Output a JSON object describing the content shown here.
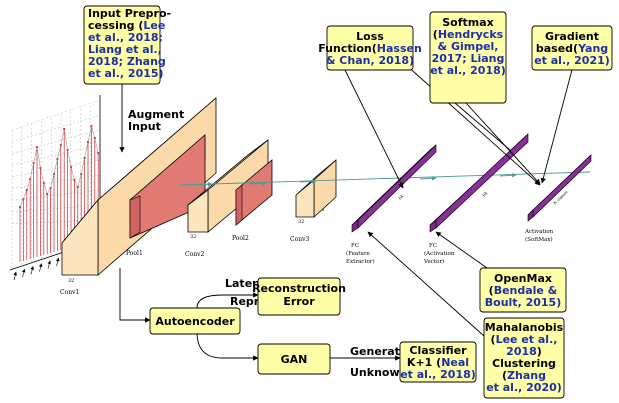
{
  "diagram": {
    "boxes": {
      "input_preprocessing": {
        "lines": [
          [
            {
              "t": "Input Prepro-",
              "c": 0
            }
          ],
          [
            {
              "t": "cessing (",
              "c": 0
            },
            {
              "t": "Lee",
              "c": 1
            }
          ],
          [
            {
              "t": "et al., 2018;",
              "c": 1
            }
          ],
          [
            {
              "t": "Liang et al.,",
              "c": 1
            }
          ],
          [
            {
              "t": "2018; Zhang",
              "c": 1
            }
          ],
          [
            {
              "t": "et al., 2015)",
              "c": 1
            }
          ]
        ]
      },
      "loss_function": {
        "lines": [
          [
            {
              "t": "Loss",
              "c": 0
            }
          ],
          [
            {
              "t": "Function(",
              "c": 0
            },
            {
              "t": "Hassen",
              "c": 1
            }
          ],
          [
            {
              "t": "& Chan, 2018)",
              "c": 1
            }
          ]
        ]
      },
      "softmax": {
        "lines": [
          [
            {
              "t": "Softmax",
              "c": 0
            }
          ],
          [
            {
              "t": "(",
              "c": 0
            },
            {
              "t": "Hendrycks",
              "c": 1
            }
          ],
          [
            {
              "t": "& Gimpel,",
              "c": 1
            }
          ],
          [
            {
              "t": "2017; Liang",
              "c": 1
            }
          ],
          [
            {
              "t": "et al., 2018)",
              "c": 1
            }
          ]
        ]
      },
      "gradient_based": {
        "lines": [
          [
            {
              "t": "Gradient",
              "c": 0
            }
          ],
          [
            {
              "t": "based(",
              "c": 0
            },
            {
              "t": "Yang",
              "c": 1
            }
          ],
          [
            {
              "t": "et al., 2021)",
              "c": 1
            }
          ]
        ]
      },
      "reconstruction_error": {
        "lines": [
          [
            {
              "t": "Reconstruction",
              "c": 0
            }
          ],
          [
            {
              "t": "Error",
              "c": 0
            }
          ]
        ]
      },
      "autoencoder": {
        "lines": [
          [
            {
              "t": "Autoencoder",
              "c": 0
            }
          ]
        ]
      },
      "gan": {
        "lines": [
          [
            {
              "t": "GAN",
              "c": 0
            }
          ]
        ]
      },
      "classifier": {
        "lines": [
          [
            {
              "t": "Classifier",
              "c": 0
            }
          ],
          [
            {
              "t": "K+1 (",
              "c": 0
            },
            {
              "t": "Neal",
              "c": 1
            }
          ],
          [
            {
              "t": "et al., 2018)",
              "c": 1
            }
          ]
        ]
      },
      "openmax": {
        "lines": [
          [
            {
              "t": "OpenMax",
              "c": 0
            }
          ],
          [
            {
              "t": "(",
              "c": 0
            },
            {
              "t": "Bendale &",
              "c": 1
            }
          ],
          [
            {
              "t": "Boult, 2015)",
              "c": 1
            }
          ]
        ]
      },
      "mahalanobis": {
        "lines": [
          [
            {
              "t": "Mahalanobis",
              "c": 0
            }
          ],
          [
            {
              "t": "(",
              "c": 0
            },
            {
              "t": "Lee et al.,",
              "c": 1
            }
          ],
          [
            {
              "t": "2018",
              "c": 1
            },
            {
              "t": ")",
              "c": 0
            }
          ],
          [
            {
              "t": "Clustering",
              "c": 0
            }
          ],
          [
            {
              "t": "(",
              "c": 0
            },
            {
              "t": "Zhang",
              "c": 1
            }
          ],
          [
            {
              "t": "et al., 2020)",
              "c": 1
            }
          ]
        ]
      }
    },
    "annotations": {
      "augment": [
        "Augment",
        "Input"
      ],
      "latent": [
        "Latent",
        "Repr."
      ],
      "generate": "Generate",
      "unknowns": "Unknowns"
    },
    "layer_labels": {
      "conv1": "Conv1",
      "pool1": "Pool1",
      "conv2": "Conv2",
      "pool2": "Pool2",
      "conv3": "Conv3",
      "fc_feature": [
        "FC",
        "(Feature",
        "Extractor)"
      ],
      "fc_activation": [
        "FC",
        "(Activation",
        "Vector)"
      ],
      "activation": [
        "Activation",
        "(SoftMax)"
      ]
    },
    "dims": {
      "conv1": "32",
      "conv2": "32",
      "conv3": "32",
      "conv3_side": "5",
      "fc1": "64",
      "fc2": "64",
      "classes": "N classes"
    },
    "colors": {
      "conv_fill": "#fde5c0",
      "pool_fill": "#e07a73",
      "fc_fill": "#8a2f9a",
      "box_fill": "#ffffa8",
      "citation": "#1b2fa8",
      "flow_line": "#4c9a95",
      "signal": "#d2262b"
    }
  }
}
